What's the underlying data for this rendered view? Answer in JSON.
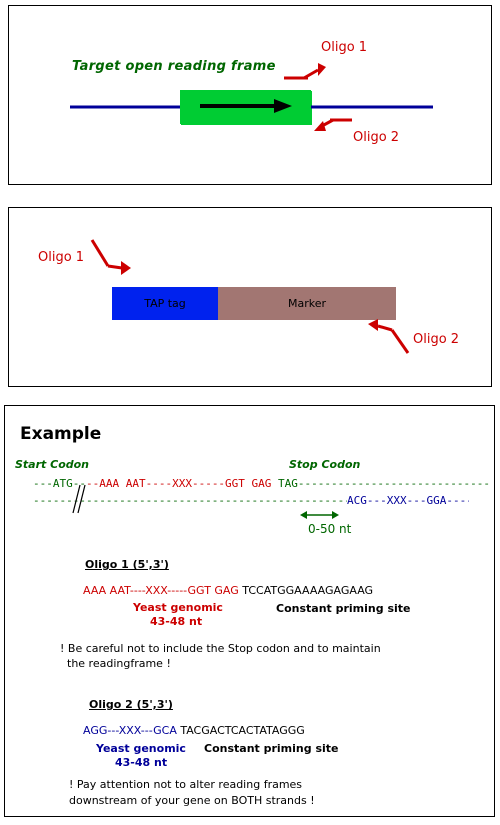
{
  "panel1": {
    "target_label": "Target open reading frame",
    "oligo1": "Oligo 1",
    "oligo2": "Oligo 2"
  },
  "panel2": {
    "oligo1": "Oligo 1",
    "oligo2": "Oligo 2",
    "tap_tag": "TAP tag",
    "marker": "Marker"
  },
  "panel3": {
    "title": "Example",
    "start_codon": "Start Codon",
    "stop_codon": "Stop Codon",
    "seq_top_atg": "---ATG--",
    "seq_top_red": "--AAA AAT----XXX-----GGT GAG",
    "seq_top_tag": " TAG-----------------------------",
    "seq_bottom_green": "------------------------------------------------------------------------------",
    "seq_bottom_blue": "ACG---XXX---GGA",
    "seq_bottom_end": "-----",
    "distance": "0-50 nt",
    "oligo1_header": "Oligo 1 (5',3')",
    "oligo1_seq_red": "AAA AAT----XXX-----GGT GAG",
    "oligo1_seq_black": "TCCATGGAAAAGAGAAG",
    "oligo1_yeast": "Yeast genomic",
    "oligo1_nt": "43-48 nt",
    "oligo1_const": "Constant priming site",
    "warning1_line1": "! Be careful not to include the Stop codon and to maintain",
    "warning1_line2": "the readingframe !",
    "oligo2_header": "Oligo 2 (5',3')",
    "oligo2_seq_blue": "AGG---XXX---GCA",
    "oligo2_seq_black": "TACGACTCACTATAGGG",
    "oligo2_yeast": "Yeast genomic",
    "oligo2_nt": "43-48 nt",
    "oligo2_const": "Constant priming site",
    "warning2_line1": "! Pay attention not to alter reading frames",
    "warning2_line2": "downstream of your gene on BOTH strands !"
  },
  "colors": {
    "orf_box": "#00cc33",
    "dna_line": "#000099",
    "tap_tag": "#0022ee",
    "marker": "#a27672",
    "oligo_red": "#cc0000",
    "label_green": "#006600",
    "seq_blue": "#000099"
  }
}
